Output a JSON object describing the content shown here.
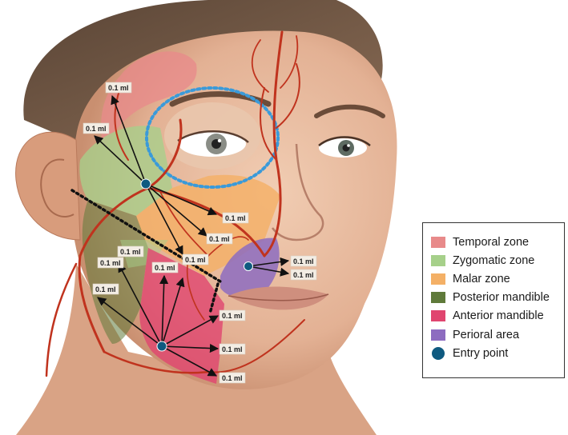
{
  "colors": {
    "temporal": "#e88a8a",
    "zygomatic": "#a6d08a",
    "malar": "#f4b066",
    "posterior_mandible": "#5f7a3a",
    "anterior_mandible": "#e0456f",
    "perioral": "#8d6cc0",
    "entry": "#0f5a80",
    "eye_outline": "#3a9ad9",
    "vessel": "#c0331e"
  },
  "legend": {
    "items": [
      {
        "label": "Temporal zone",
        "color": "#e88a8a",
        "shape": "square"
      },
      {
        "label": "Zygomatic zone",
        "color": "#a6d08a",
        "shape": "square"
      },
      {
        "label": "Malar zone",
        "color": "#f4b066",
        "shape": "square"
      },
      {
        "label": "Posterior mandible",
        "color": "#5f7a3a",
        "shape": "square"
      },
      {
        "label": "Anterior mandible",
        "color": "#e0456f",
        "shape": "square"
      },
      {
        "label": "Perioral area",
        "color": "#8d6cc0",
        "shape": "square"
      },
      {
        "label": "Entry point",
        "color": "#0f5a80",
        "shape": "circle"
      }
    ]
  },
  "entry_points": {
    "upper": {
      "name": "upper-entry-point"
    },
    "perioral": {
      "name": "perioral-entry-point"
    },
    "lower": {
      "name": "lower-entry-point"
    }
  },
  "dose_labels": {
    "upper_1": "0.1 ml",
    "upper_2": "0.1 ml",
    "upper_3": "0.1 ml",
    "upper_4": "0.1 ml",
    "upper_5": "0.1 ml",
    "perioral_1": "0.1 ml",
    "perioral_2": "0.1 ml",
    "lower_1": "0.1 ml",
    "lower_2": "0.1 ml",
    "lower_3": "0.1 ml",
    "lower_4": "0.1 ml",
    "lower_5": "0.1 ml",
    "lower_6": "0.1 ml",
    "lower_7": "0.1 ml"
  }
}
